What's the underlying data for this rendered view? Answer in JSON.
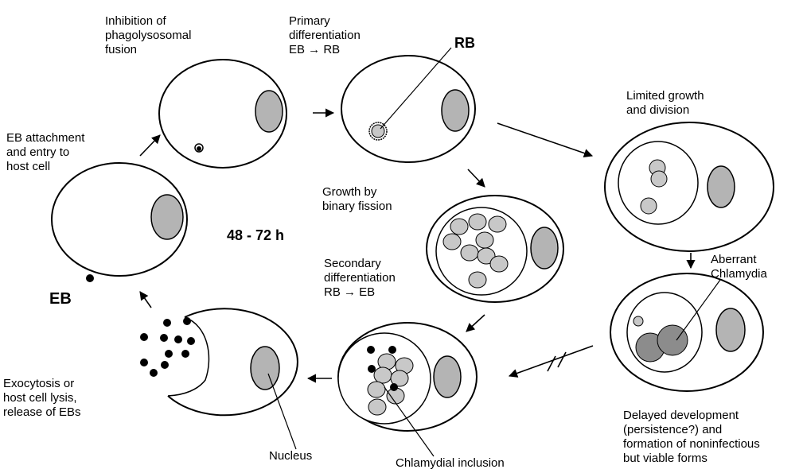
{
  "labels": {
    "inhibition": "Inhibition of\nphagolysosomal\nfusion",
    "primary_diff": "Primary\ndifferentiation\nEB → RB",
    "rb": "RB",
    "limited_growth": "Limited growth\nand division",
    "eb_attachment": "EB attachment\nand entry to\nhost cell",
    "growth_fission": "Growth by\nbinary fission",
    "cycle_time": "48 - 72 h",
    "aberrant": "Aberrant\nChlamydia",
    "eb": "EB",
    "secondary_diff": "Secondary\ndifferentiation\nRB → EB",
    "exocytosis": "Exocytosis or\nhost cell lysis,\nrelease of EBs",
    "delayed": "Delayed development\n(persistence?) and\nformation of noninfectious\nbut viable forms",
    "nucleus": "Nucleus",
    "inclusion": "Chlamydial inclusion"
  },
  "colors": {
    "stroke": "#000000",
    "nucleus_fill": "#b4b4b4",
    "rb_fill": "#c8c8c8",
    "aberrant_fill": "#8c8c8c",
    "eb_fill": "#000000"
  }
}
